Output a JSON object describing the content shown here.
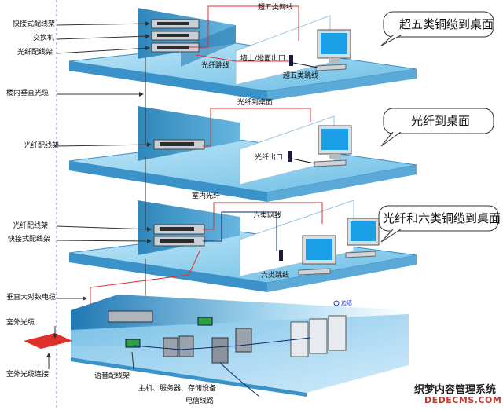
{
  "floors": [
    {
      "callout": "超五类铜缆到桌面",
      "labels": {
        "cable_top": "超五类网线",
        "fiber_jumper": "光纤跳线",
        "outlet": "墙上/地面出口",
        "jumper": "超五类跳线"
      }
    },
    {
      "callout": "光纤到桌面",
      "labels": {
        "cable_top": "光纤到桌面",
        "outlet": "光纤出口"
      }
    },
    {
      "callout": "光纤和六类铜缆到桌面",
      "labels": {
        "indoor_fiber": "室内光纤",
        "cable_top": "六类网线",
        "jumper": "六类跳线"
      }
    }
  ],
  "left_labels": {
    "quick_patch_panel": "快接式配线架",
    "switch": "交换机",
    "fiber_patch_panel": "光纤配线架",
    "vertical_fiber": "楼内垂直光缆",
    "fiber_patch_panel_2": "光纤配线架",
    "fiber_patch_panel_3": "光纤配线架",
    "quick_patch_panel_3": "快接式配线架",
    "vertical_copper": "垂直大对数电缆",
    "outdoor_fiber": "室外光缆",
    "outdoor_fiber_connect": "室外光缆连接"
  },
  "basement_labels": {
    "voice_panel": "语音配线架",
    "hosts": "主机、服务器、存储设备",
    "telecom": "电信线路",
    "edge_mark": "边墙"
  },
  "watermark": {
    "line1": "织梦内容管理系统",
    "line2": "DEDECMS.COM"
  },
  "colors": {
    "floor_top": "#7ec8ea",
    "floor_side": "#4a9fcf",
    "wall": "#3f8fc0",
    "fiber": "#e0302b",
    "copper": "#0a2a6a",
    "bubble": "#ffffff"
  }
}
